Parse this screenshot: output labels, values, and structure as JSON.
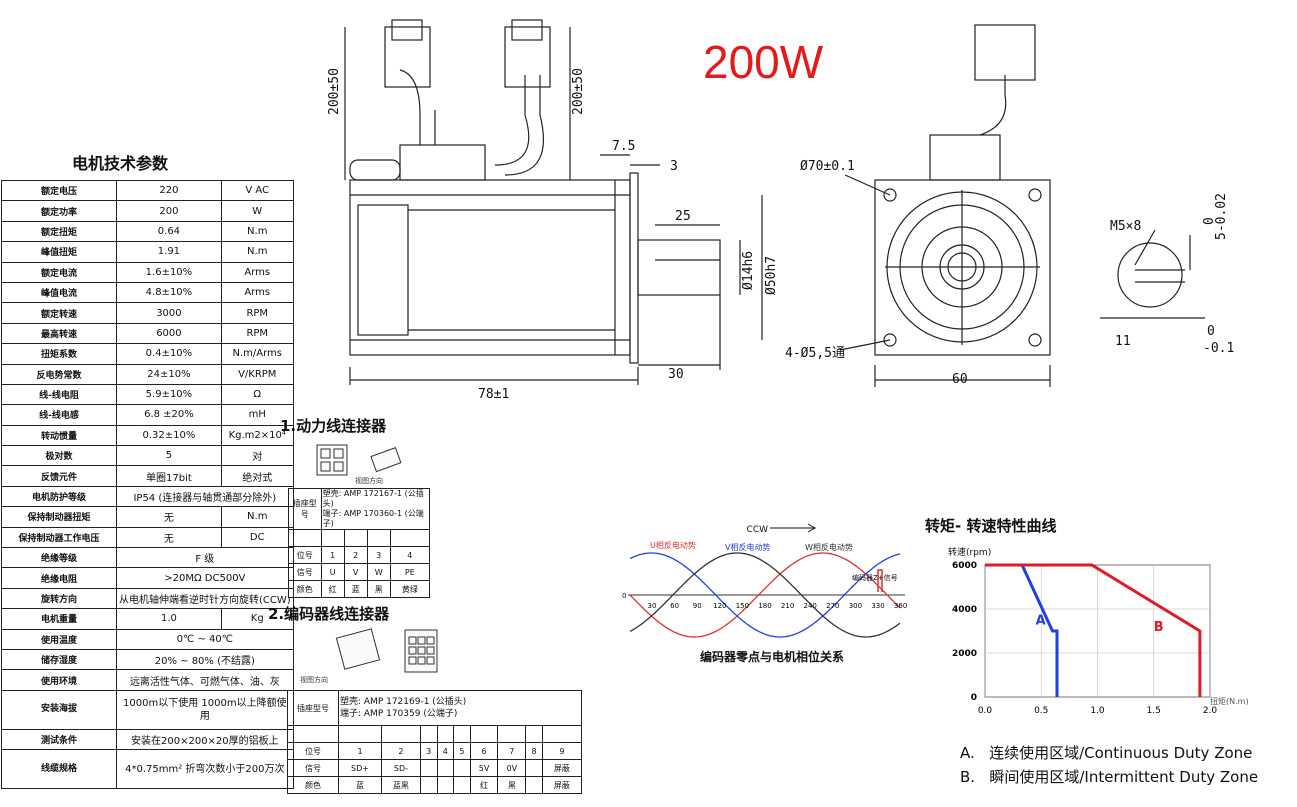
{
  "header": {
    "power": "200W"
  },
  "params": {
    "title": "电机技术参数",
    "rows": [
      {
        "name": "额定电压",
        "value": "220",
        "unit": "V  AC"
      },
      {
        "name": "额定功率",
        "value": "200",
        "unit": "W"
      },
      {
        "name": "额定扭矩",
        "value": "0.64",
        "unit": "N.m"
      },
      {
        "name": "峰值扭矩",
        "value": "1.91",
        "unit": "N.m"
      },
      {
        "name": "额定电流",
        "value": "1.6±10%",
        "unit": "Arms"
      },
      {
        "name": "峰值电流",
        "value": "4.8±10%",
        "unit": "Arms"
      },
      {
        "name": "额定转速",
        "value": "3000",
        "unit": "RPM"
      },
      {
        "name": "最高转速",
        "value": "6000",
        "unit": "RPM"
      },
      {
        "name": "扭矩系数",
        "value": "0.4±10%",
        "unit": "N.m/Arms"
      },
      {
        "name": "反电势常数",
        "value": "24±10%",
        "unit": "V/KRPM"
      },
      {
        "name": "线-线电阻",
        "value": "5.9±10%",
        "unit": "Ω"
      },
      {
        "name": "线-线电感",
        "value": "6.8 ±20%",
        "unit": "mH"
      },
      {
        "name": "转动惯量",
        "value": "0.32±10%",
        "unit": "Kg.m2×10⁴"
      },
      {
        "name": "极对数",
        "value": "5",
        "unit": "对"
      },
      {
        "name": "反馈元件",
        "value": "单圈17bit",
        "unit": "绝对式"
      },
      {
        "name": "电机防护等级",
        "value": "IP54 (连接器与轴贯通部分除外)",
        "unit": ""
      },
      {
        "name": "保持制动器扭矩",
        "value": "无",
        "unit": "N.m"
      },
      {
        "name": "保持制动器工作电压",
        "value": "无",
        "unit": "DC"
      },
      {
        "name": "绝缘等级",
        "value": "F  级",
        "unit": ""
      },
      {
        "name": "绝缘电阻",
        "value": ">20MΩ     DC500V",
        "unit": ""
      },
      {
        "name": "旋转方向",
        "value": "从电机轴伸端看逆时针方向旋转(CCW)",
        "unit": ""
      },
      {
        "name": "电机重量",
        "value": "1.0",
        "unit": "Kg"
      },
      {
        "name": "使用温度",
        "value": "0℃ ~ 40℃",
        "unit": ""
      },
      {
        "name": "储存湿度",
        "value": "20%  ~  80%  (不结露)",
        "unit": ""
      },
      {
        "name": "使用环境",
        "value": "远离活性气体、可燃气体、油、灰",
        "unit": ""
      },
      {
        "name": "安装海拔",
        "value": "1000m以下使用 1000m以上降额使用",
        "unit": "",
        "tall": true
      },
      {
        "name": "测试条件",
        "value": "安装在200×200×20厚的铝板上",
        "unit": ""
      },
      {
        "name": "线缆规格",
        "value": "4*0.75mm² 折弯次数小于200万次",
        "unit": "",
        "tall": true
      }
    ]
  },
  "dims": {
    "d1": "200±50",
    "d2": "200±50",
    "d3": "7.5",
    "d4": "3",
    "d5": "25",
    "d6": "Ø14h6",
    "d7": "Ø50h7",
    "d8": "30",
    "d9": "78±1",
    "d10": "Ø70±0.1",
    "d11": "4-Ø5,5通",
    "d12": "60",
    "d13": "M5×8",
    "d14": "0",
    "d15": "5-0.02",
    "d16": "11",
    "d17": "0",
    "d18": "-0.1"
  },
  "power_conn": {
    "title": "1.动力线连接器",
    "view_label": "视图方向",
    "model_label": "插座型号",
    "model_lines": [
      "塑壳: AMP 172167-1 (公插头)",
      "端子: AMP 170360-1 (公端子)"
    ],
    "row_labels": [
      "位号",
      "信号",
      "颜色"
    ],
    "pins": [
      "1",
      "2",
      "3",
      "4"
    ],
    "signals": [
      "U",
      "V",
      "W",
      "PE"
    ],
    "colors": [
      "红",
      "蓝",
      "黑",
      "黄绿"
    ]
  },
  "enc_conn": {
    "title": "2.编码器线连接器",
    "view_label": "视图方向",
    "model_label": "插座型号",
    "model_lines": [
      "塑壳: AMP 172169-1 (公插头)",
      "端子: AMP 170359  (公端子)"
    ],
    "row_labels": [
      "位号",
      "信号",
      "颜色"
    ],
    "pins": [
      "1",
      "2",
      "3",
      "4",
      "5",
      "6",
      "7",
      "8",
      "9"
    ],
    "signals": [
      "SD+",
      "SD-",
      "",
      "",
      "",
      "5V",
      "0V",
      "",
      "屏蔽"
    ],
    "colors": [
      "蓝",
      "蓝黑",
      "",
      "",
      "",
      "红",
      "黑",
      "",
      "屏蔽"
    ]
  },
  "phase": {
    "ccw": "CCW",
    "u_label": "U相反电动势",
    "v_label": "V相反电动势",
    "w_label": "W相反电动势",
    "z_label": "编码器Z+信号",
    "caption": "编码器零点与电机相位关系",
    "zero": "0",
    "ticks": [
      "30",
      "60",
      "90",
      "120",
      "150",
      "180",
      "210",
      "240",
      "270",
      "300",
      "330",
      "360"
    ]
  },
  "chart_data": {
    "type": "line",
    "title": "转矩- 转速特性曲线",
    "ylabel": "转速(rpm)",
    "xlabel": "扭矩(N.m)",
    "xlim": [
      0,
      2.0
    ],
    "ylim": [
      0,
      6000
    ],
    "xticks": [
      "0.0",
      "0.5",
      "1.0",
      "1.5",
      "2.0"
    ],
    "yticks": [
      "0",
      "2000",
      "4000",
      "6000"
    ],
    "grid": true,
    "series": [
      {
        "name": "A",
        "color": "#1f3fe0",
        "x": [
          0,
          0.33,
          0.6,
          0.64,
          0.64
        ],
        "y": [
          6000,
          6000,
          3000,
          3000,
          0
        ]
      },
      {
        "name": "B",
        "color": "#e01a2a",
        "x": [
          0,
          0.95,
          1.91,
          1.91
        ],
        "y": [
          6000,
          6000,
          3000,
          0
        ]
      }
    ]
  },
  "legend": {
    "a_key": "A.",
    "a_text": "连续使用区域/Continuous Duty Zone",
    "b_key": "B.",
    "b_text": "瞬间使用区域/Intermittent Duty Zone"
  }
}
